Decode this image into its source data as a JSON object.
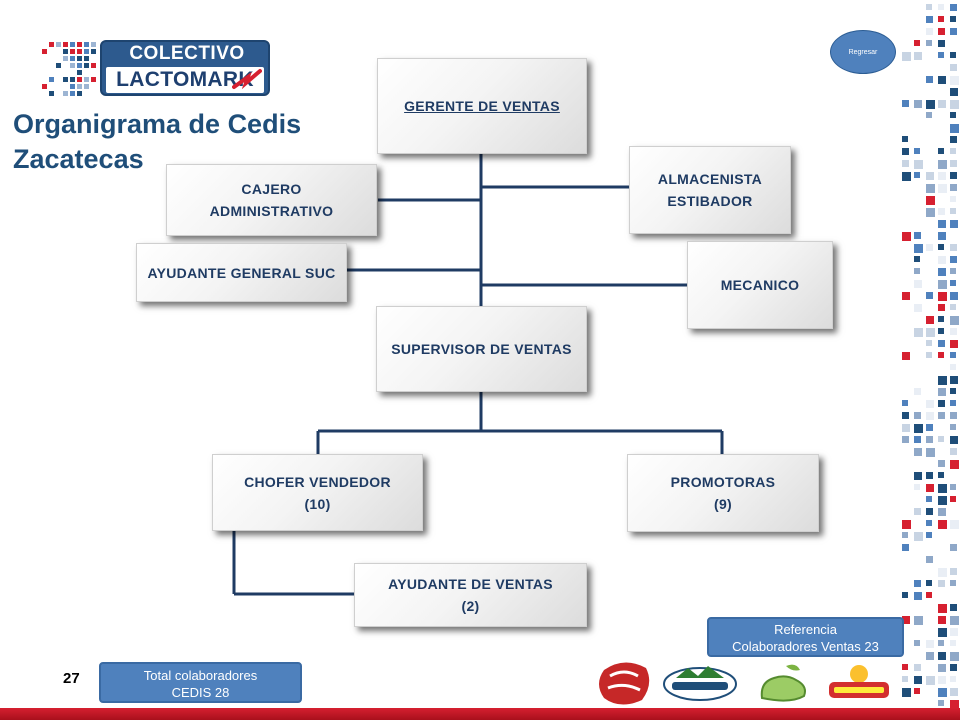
{
  "logo": {
    "line1": "COLECTIVO",
    "line2": "LACTOMARK"
  },
  "title": {
    "line1": "Organigrama de Cedis",
    "line2": "Zacatecas"
  },
  "regresar_label": "Regresar",
  "org": {
    "gerente": "GERENTE DE VENTAS",
    "cajero_line1": "CAJERO",
    "cajero_line2": "ADMINISTRATIVO",
    "almacenista_line1": "ALMACENISTA",
    "almacenista_line2": "ESTIBADOR",
    "ayudante_general": "AYUDANTE GENERAL SUC",
    "mecanico": "MECANICO",
    "supervisor": "SUPERVISOR DE VENTAS",
    "chofer": "CHOFER VENDEDOR",
    "chofer_count": "(10)",
    "promotoras": "PROMOTORAS",
    "promotoras_count": "(9)",
    "ayudante_ventas": "AYUDANTE DE VENTAS",
    "ayudante_ventas_count": "(2)"
  },
  "referencia": {
    "line1": "Referencia",
    "line2": "Colaboradores Ventas 23"
  },
  "total": {
    "line1": "Total  colaboradores",
    "line2": "CEDIS 28"
  },
  "page_number": "27",
  "colors": {
    "title": "#1f4e79",
    "accent_blue": "#4f81bd",
    "red": "#d62030",
    "connector": "#1f3b63"
  },
  "brand_icons": [
    "brand-logo-1-icon",
    "la-escondida-logo-icon",
    "boire-logo-icon",
    "maambo-logo-icon"
  ]
}
